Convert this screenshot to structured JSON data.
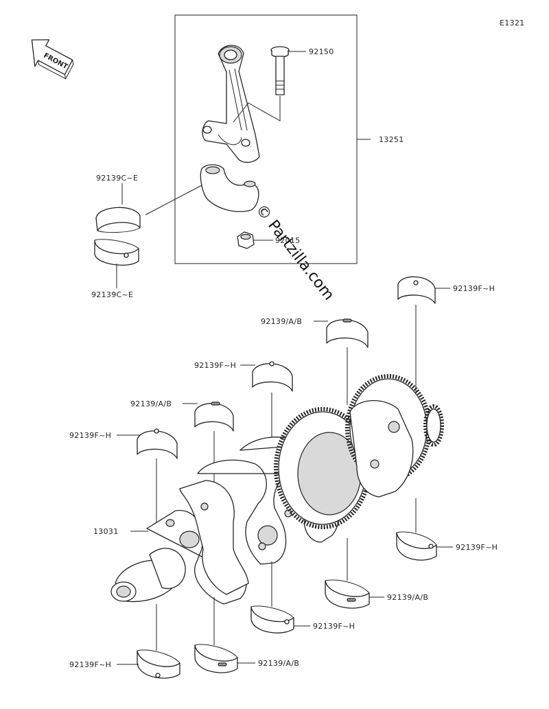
{
  "diagram_id": "E1321",
  "front_label": "FRONT",
  "watermark": "© Partzilla.com",
  "labels": {
    "p92150": "92150",
    "p13251": "13251",
    "p92139ce_top": "92139C~E",
    "p92139ce_bottom": "92139C~E",
    "p92015": "92015",
    "p92139fh_top_right": "92139F~H",
    "p92139ab_1": "92139/A/B",
    "p92139fh_2": "92139F~H",
    "p92139ab_3": "92139/A/B",
    "p92139fh_4": "92139F~H",
    "p13031": "13031",
    "p92139fh_right": "92139F~H",
    "p92139ab_right": "92139/A/B",
    "p92139fh_bottom_mid": "92139F~H",
    "p92139fh_bottom_left": "92139F~H",
    "p92139ab_bottom": "92139/A/B"
  }
}
